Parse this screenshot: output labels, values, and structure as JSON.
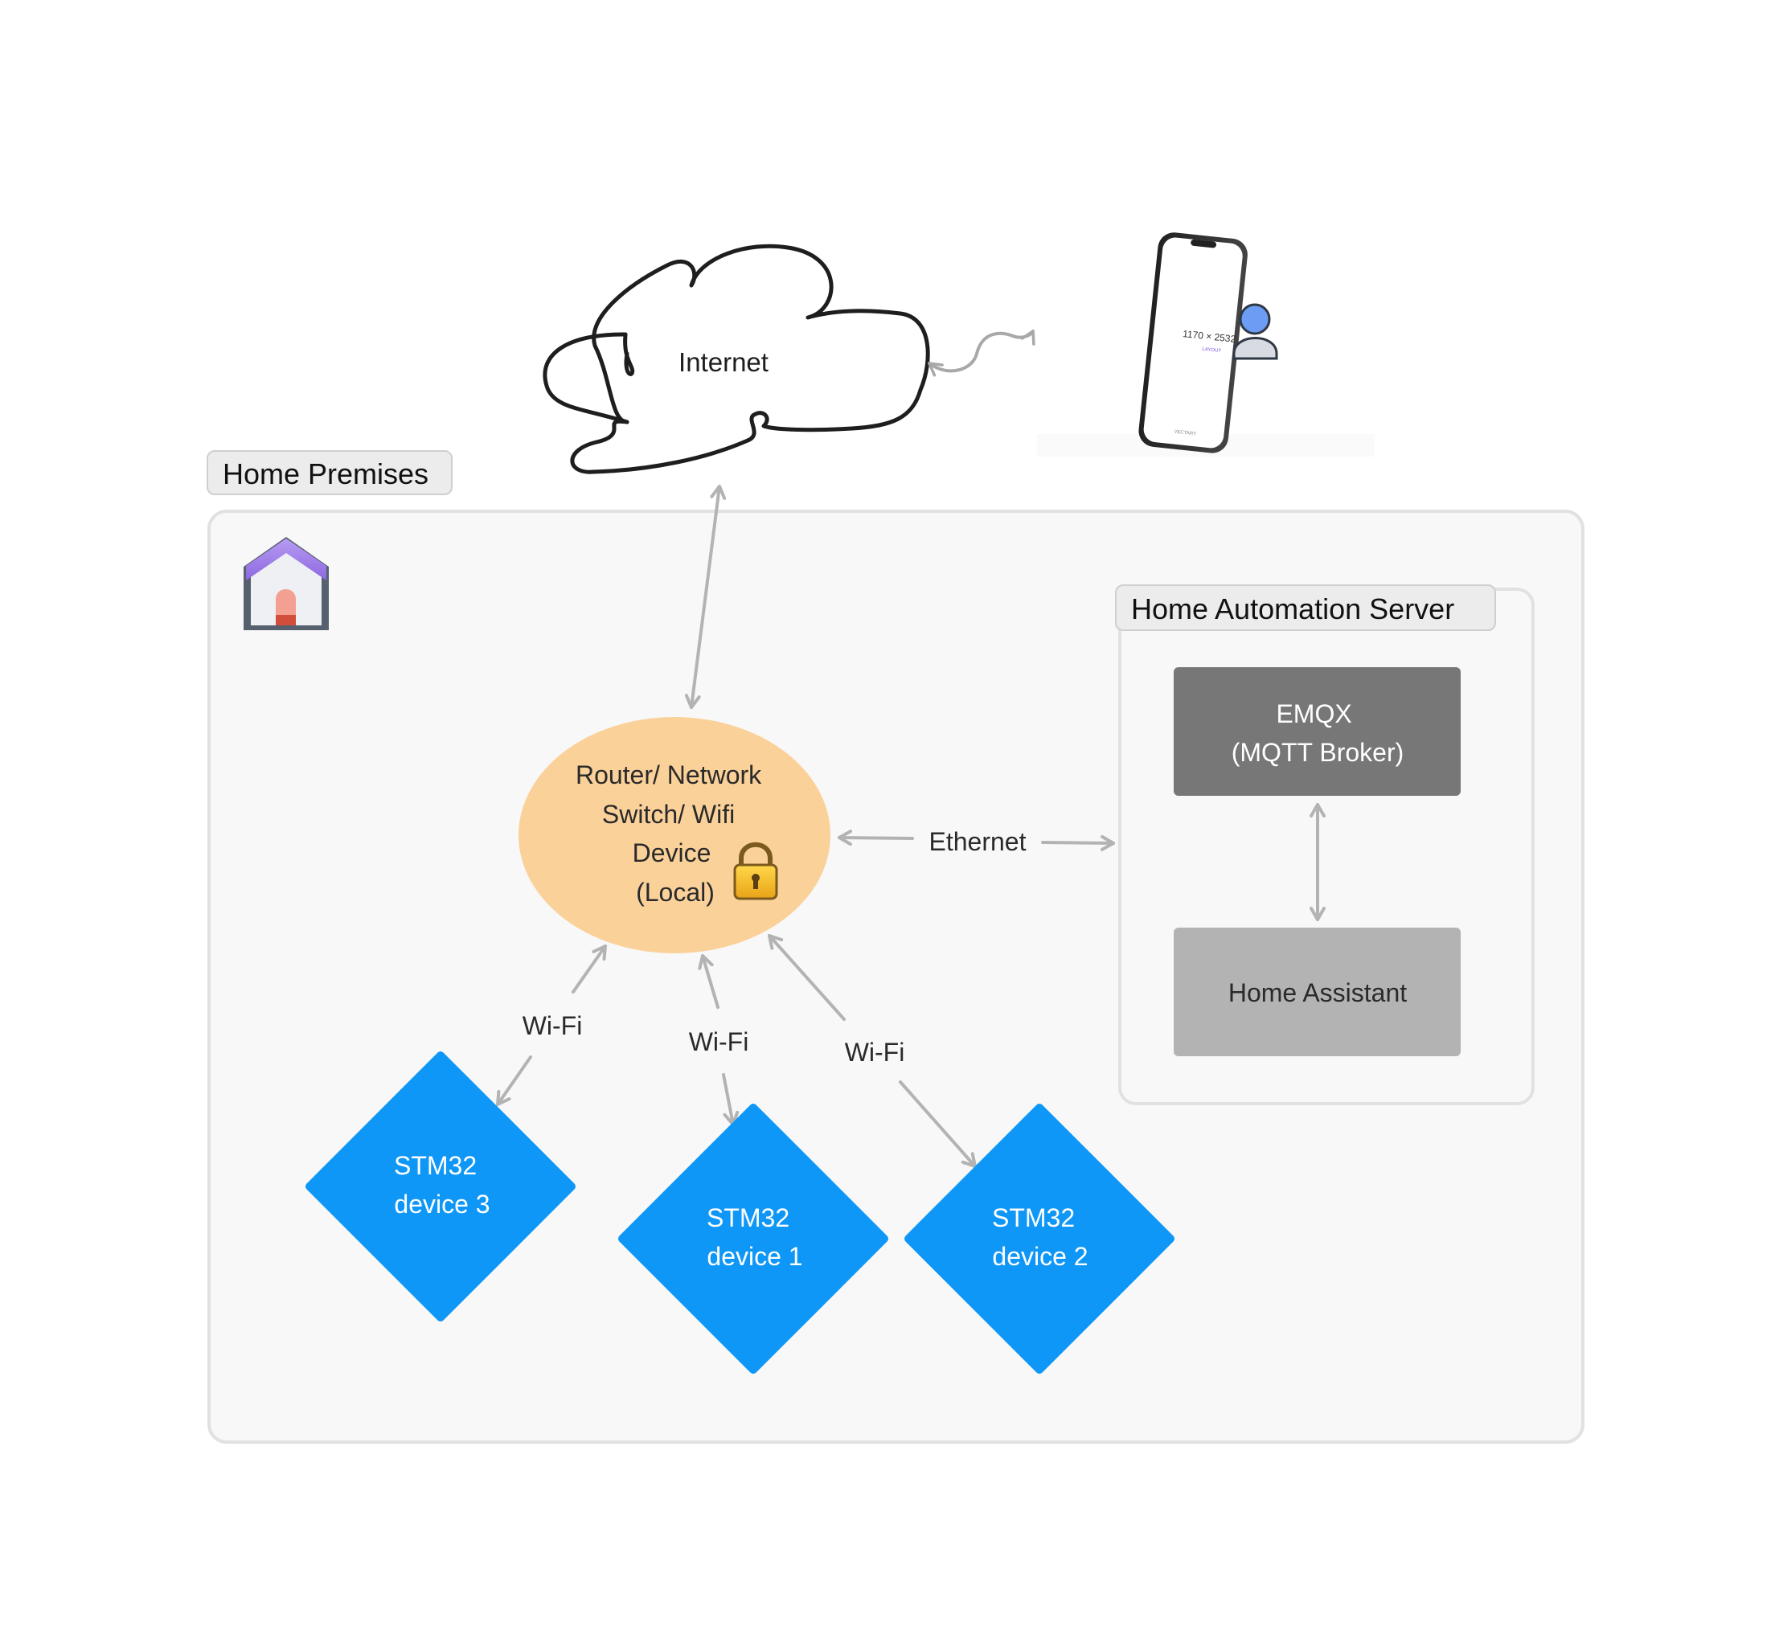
{
  "cloud": {
    "label": "Internet"
  },
  "premises": {
    "label": "Home Premises"
  },
  "router": {
    "lines": [
      "Router/ Network",
      "Switch/ Wifi",
      "Device",
      "(Local)"
    ]
  },
  "server": {
    "label": "Home Automation Server",
    "broker": {
      "lines": [
        "EMQX",
        "(MQTT Broker)"
      ]
    },
    "assistant": {
      "label": "Home Assistant"
    }
  },
  "links": {
    "ethernet": "Ethernet",
    "wifi_left": "Wi-Fi",
    "wifi_middle": "Wi-Fi",
    "wifi_right": "Wi-Fi"
  },
  "devices": [
    {
      "lines": [
        "STM32",
        "device 3"
      ]
    },
    {
      "lines": [
        "STM32",
        "device 1"
      ]
    },
    {
      "lines": [
        "STM32",
        "device 2"
      ]
    }
  ],
  "phone": {
    "screen_text": "1170 × 2532",
    "screen_sub": "LAYOUT",
    "screen_brand": "VECTARY"
  },
  "colors": {
    "router_fill": "#fbd19a",
    "device_fill": "#0f97f7",
    "broker_fill": "#777777",
    "assistant_fill": "#b3b3b3",
    "connector": "#b3b3b3",
    "container_fill": "#f8f8f8"
  }
}
